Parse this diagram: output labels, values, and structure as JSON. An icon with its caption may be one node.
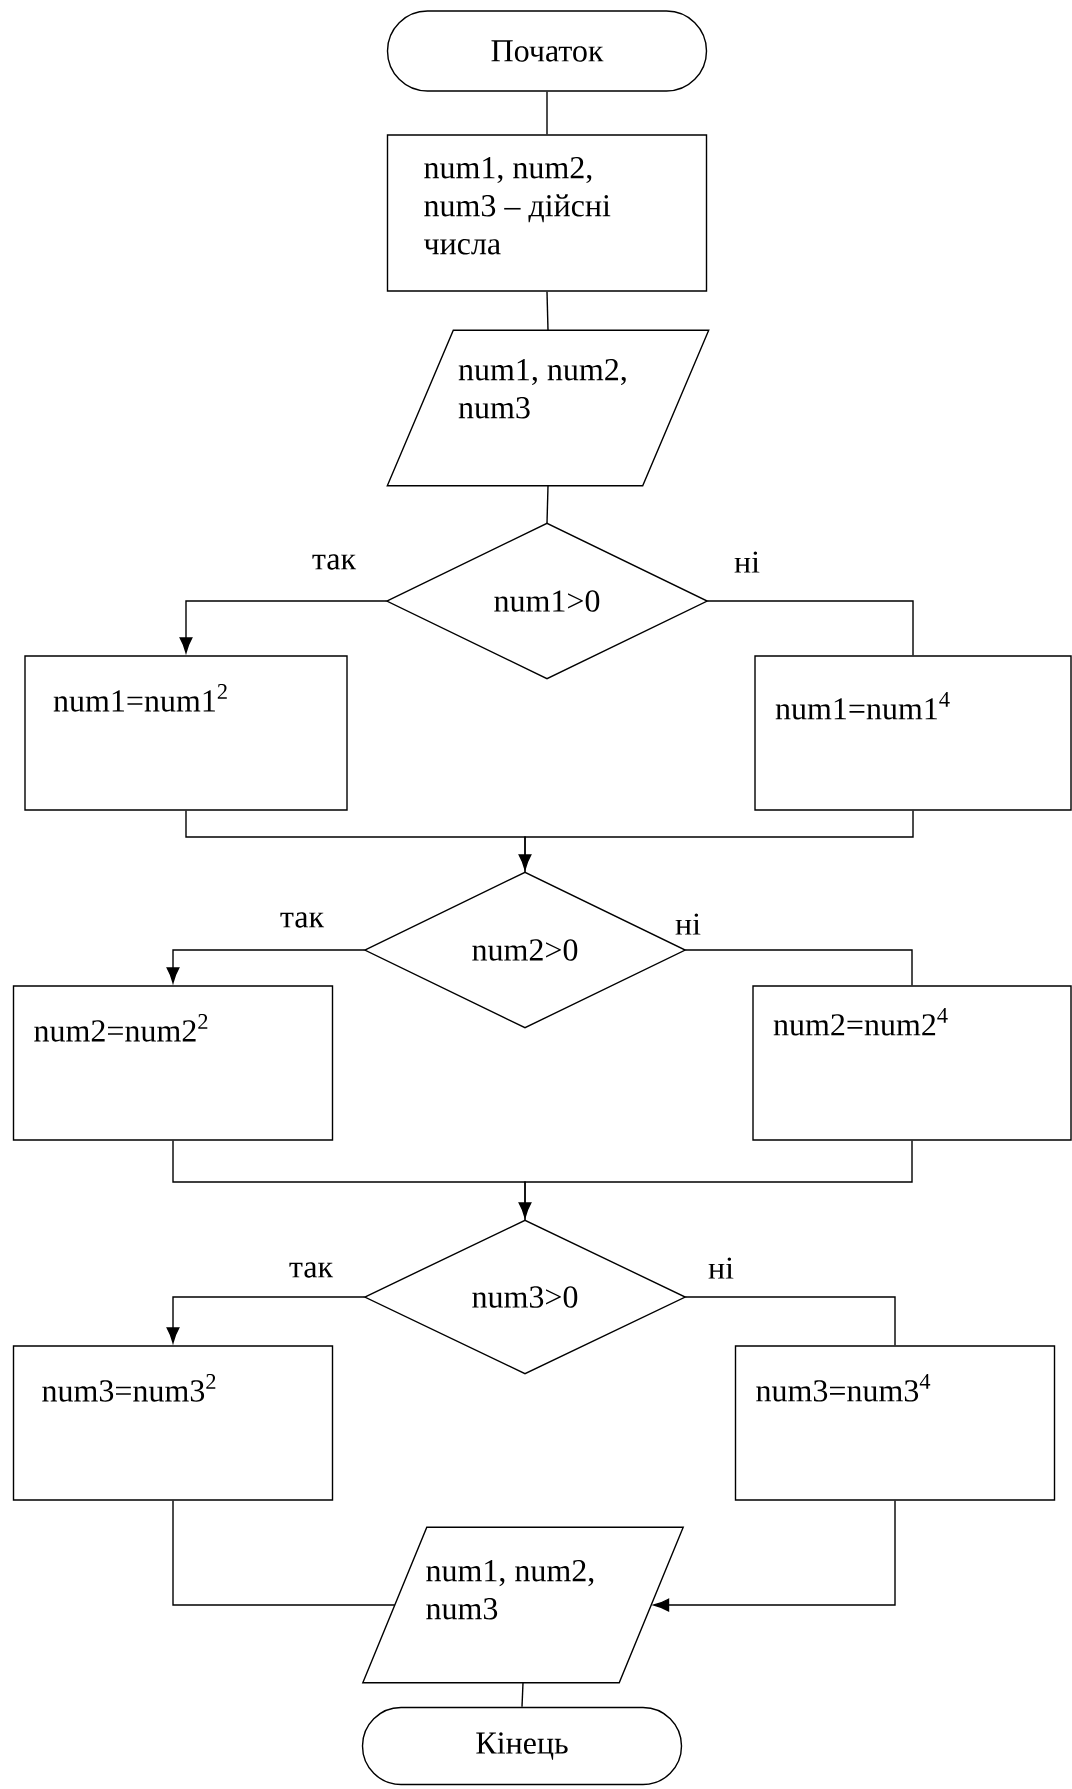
{
  "diagram": {
    "nodes": [
      {
        "text": [
          "Початок"
        ]
      },
      {
        "text": [
          "num1, num2, num3 – дійсні числа"
        ]
      },
      {
        "text": [
          "num1, num2, num3"
        ]
      },
      {
        "text": [
          "num1>0"
        ]
      },
      {
        "text": [
          "num1=num1$^{2}$"
        ]
      },
      {
        "text": [
          "num1=num1$^{4}$"
        ]
      },
      {
        "text": [
          "num2>0"
        ]
      },
      {
        "text": [
          "num2=num2$^{2}$"
        ]
      },
      {
        "text": [
          "num2=num2$^{4}$"
        ]
      },
      {
        "text": [
          "num3>0"
        ]
      },
      {
        "text": [
          "num3=num3$^{2}$"
        ]
      },
      {
        "text": [
          "num3=num3$^{4}$"
        ]
      },
      {
        "text": [
          "num1, num2, num3"
        ]
      },
      {
        "text": [
          "Кінець"
        ]
      }
    ],
    "edges": [
      {
        "from": 0,
        "to": 1,
        "arrow": "none"
      },
      {
        "from": 1,
        "to": 2,
        "arrow": "none"
      },
      {
        "from": 2,
        "to": 3,
        "arrow": "none"
      },
      {
        "from": 3,
        "to": 4,
        "arrow": "to",
        "label": "так"
      },
      {
        "from": 3,
        "to": 5,
        "arrow": "none",
        "label": "ні"
      },
      {
        "from": 4,
        "to": 6,
        "arrow": "none"
      },
      {
        "from": 5,
        "to": 6,
        "arrow": "to"
      },
      {
        "from": 6,
        "to": 7,
        "arrow": "to",
        "label": "так"
      },
      {
        "from": 6,
        "to": 8,
        "arrow": "none",
        "label": "ні"
      },
      {
        "from": 7,
        "to": 9,
        "arrow": "none"
      },
      {
        "from": 8,
        "to": 9,
        "arrow": "to"
      },
      {
        "from": 9,
        "to": 10,
        "arrow": "to",
        "label": "так"
      },
      {
        "from": 9,
        "to": 11,
        "arrow": "none",
        "label": "ні"
      },
      {
        "from": 10,
        "to": 12,
        "arrow": "none"
      },
      {
        "from": 11,
        "to": 12,
        "arrow": "to"
      },
      {
        "from": 12,
        "to": 13,
        "arrow": "none"
      }
    ]
  }
}
